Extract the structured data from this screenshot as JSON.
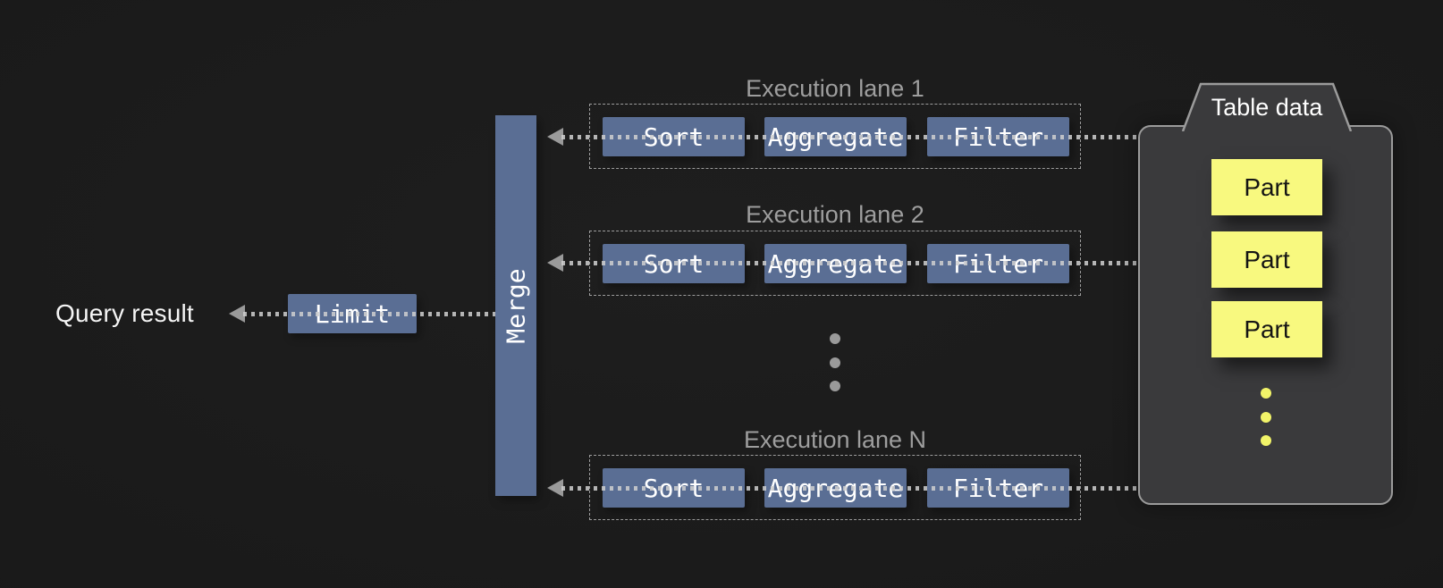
{
  "colors": {
    "bg-center": "#1e1e1e",
    "bg-edge": "#141414",
    "accent-blue": "#5a6e94",
    "box-text": "#ffffff",
    "lane-label": "#9e9e9e",
    "dotted-line": "#d0d0d0",
    "arrow": "#9a9a9a",
    "dash-border": "#c9c9c9",
    "container-bg": "#3a3a3c",
    "container-border": "#9b9b9b",
    "part-yellow": "#f8f97f",
    "part-text": "#141414",
    "dot-gray": "#9a9a9a",
    "dot-yellow": "#f2f469",
    "query-text": "#f5f5f5"
  },
  "query_result_label": "Query result",
  "limit": {
    "label": "Limit"
  },
  "merge": {
    "label": "Merge"
  },
  "lanes": [
    {
      "title": "Execution lane 1",
      "operators": [
        "Sort",
        "Aggregate",
        "Filter"
      ]
    },
    {
      "title": "Execution lane 2",
      "operators": [
        "Sort",
        "Aggregate",
        "Filter"
      ]
    },
    {
      "title": "Execution lane N",
      "operators": [
        "Sort",
        "Aggregate",
        "Filter"
      ]
    }
  ],
  "table": {
    "title": "Table data",
    "parts": [
      "Part",
      "Part",
      "Part"
    ]
  }
}
